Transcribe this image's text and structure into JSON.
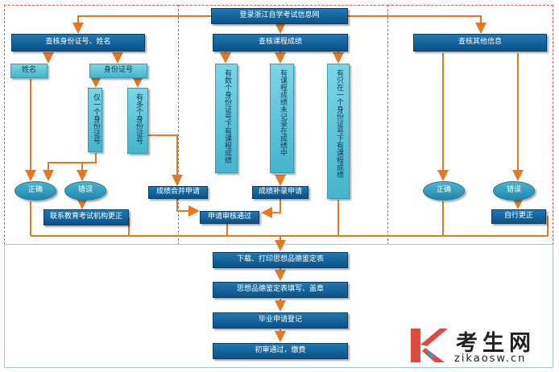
{
  "nodes": {
    "top": "登录浙江自学考试信息网",
    "check_id": "查核身份证号、姓名",
    "check_course": "查核课程成绩",
    "check_other": "查核其他信息",
    "name": "姓名",
    "id_number": "身份证号",
    "only_one_id": "仅一个身份证号",
    "multi_id": "有多个身份证号",
    "multi_id_scores": "有数个身份证号下有课程成绩",
    "scores_missing": "有课程成绩未记录在成绩中",
    "one_id_missing": "有只在一个身份证号下有课程成绩",
    "left_correct": "正确",
    "left_wrong": "错误",
    "contact_org": "联系教育考试机构更正",
    "merge_scores": "成绩合并申请",
    "supplement_scores": "成绩补录申请",
    "approved": "申请审核通过",
    "right_correct": "正确",
    "right_wrong": "错误",
    "self_correct": "自行更正",
    "download": "下载、打印思想品德鉴定表",
    "fill_seal": "思想品德鉴定表填写、盖章",
    "grad_apply": "毕业申请登记",
    "first_review": "初审通过，缴费"
  },
  "logo": {
    "title": "考生网",
    "subtitle": "zikaosw.cn"
  },
  "colors": {
    "arrow": "#e87722",
    "region_border": "#e35b5b",
    "box": "#0b5288",
    "light_box": "#45b4cc"
  }
}
